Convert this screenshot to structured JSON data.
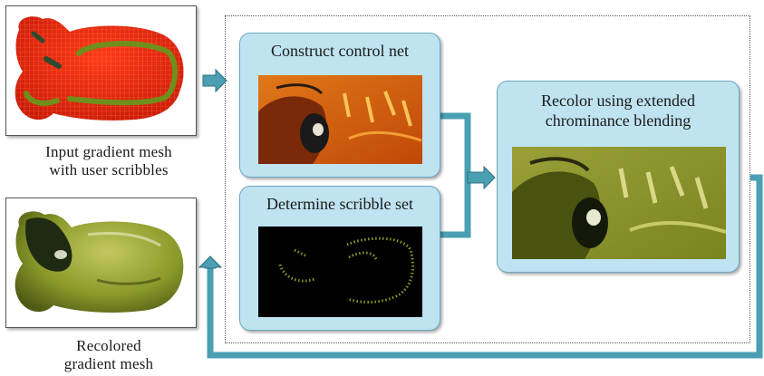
{
  "input": {
    "caption_line1": "Input gradient mesh",
    "caption_line2": "with user scribbles"
  },
  "output": {
    "caption_line1": "Recolored",
    "caption_line2": "gradient mesh"
  },
  "stages": {
    "control_net": {
      "title": "Construct control net"
    },
    "scribble_set": {
      "title": "Determine scribble set"
    },
    "recolor": {
      "title_line1": "Recolor using extended",
      "title_line2": "chrominance blending"
    }
  },
  "colors": {
    "arrow": "#4a9fb2",
    "stage_fill": "#bfe3f0",
    "scribble": "#6f8f1a",
    "input_mesh": "#e22a10",
    "output_mesh": "#8c9a2a"
  }
}
